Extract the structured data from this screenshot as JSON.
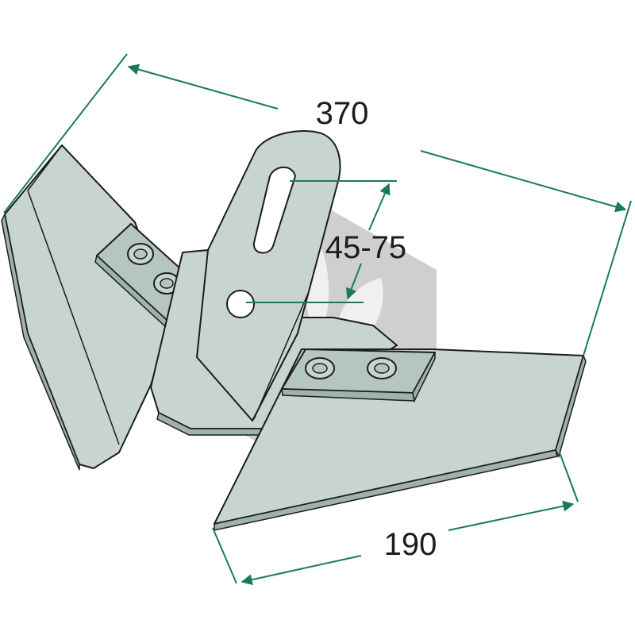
{
  "diagram": {
    "dimensions": {
      "width_label": "370",
      "slot_label": "45-75",
      "blade_label": "190"
    },
    "colors": {
      "dimension_line": "#1a7a5e",
      "metal_light": "#c7d4cf",
      "metal_mid": "#b5c5bf",
      "metal_edge": "#9fb2ac",
      "outline": "#1c1c1c",
      "watermark": "#a8a8a8"
    },
    "watermark_icon": "leaf-logo-watermark"
  }
}
